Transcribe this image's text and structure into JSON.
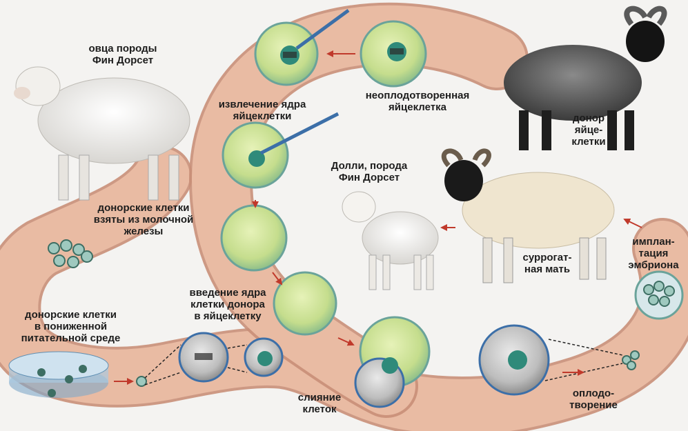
{
  "labels": {
    "fin_dorset_sheep": "овца породы\nФин Дорсет",
    "donor_cells_taken": "донорские клетки\nвзяты из молочной\nжелезы",
    "donor_cells_medium": "донорские клетки\nв пониженной\nпитательной среде",
    "nucleus_extraction": "извлечение ядра\nяйцеклетки",
    "unfertilized_egg": "неоплодотворенная\nяйцеклетка",
    "egg_donor": "донор\nяйце-\nклетки",
    "dolly": "Долли, порода\nФин Дорсет",
    "surrogate_mother": "суррогат-\nная мать",
    "embryo_implantation": "имплан-\nтация\nэмбриона",
    "nucleus_insertion": "введение ядра\nклетки донора\nв яйцеклетку",
    "cell_fusion": "слияние\nклеток",
    "fertilization": "оплодо-\nтворение"
  },
  "colors": {
    "path": "#e5b29a",
    "path_edge": "#c98f78",
    "cell_fill": "#cfe39a",
    "cell_rim": "#6aa39a",
    "nucleus": "#2f8a7a",
    "arrow": "#c0392b",
    "background": "#f4f3f1"
  }
}
